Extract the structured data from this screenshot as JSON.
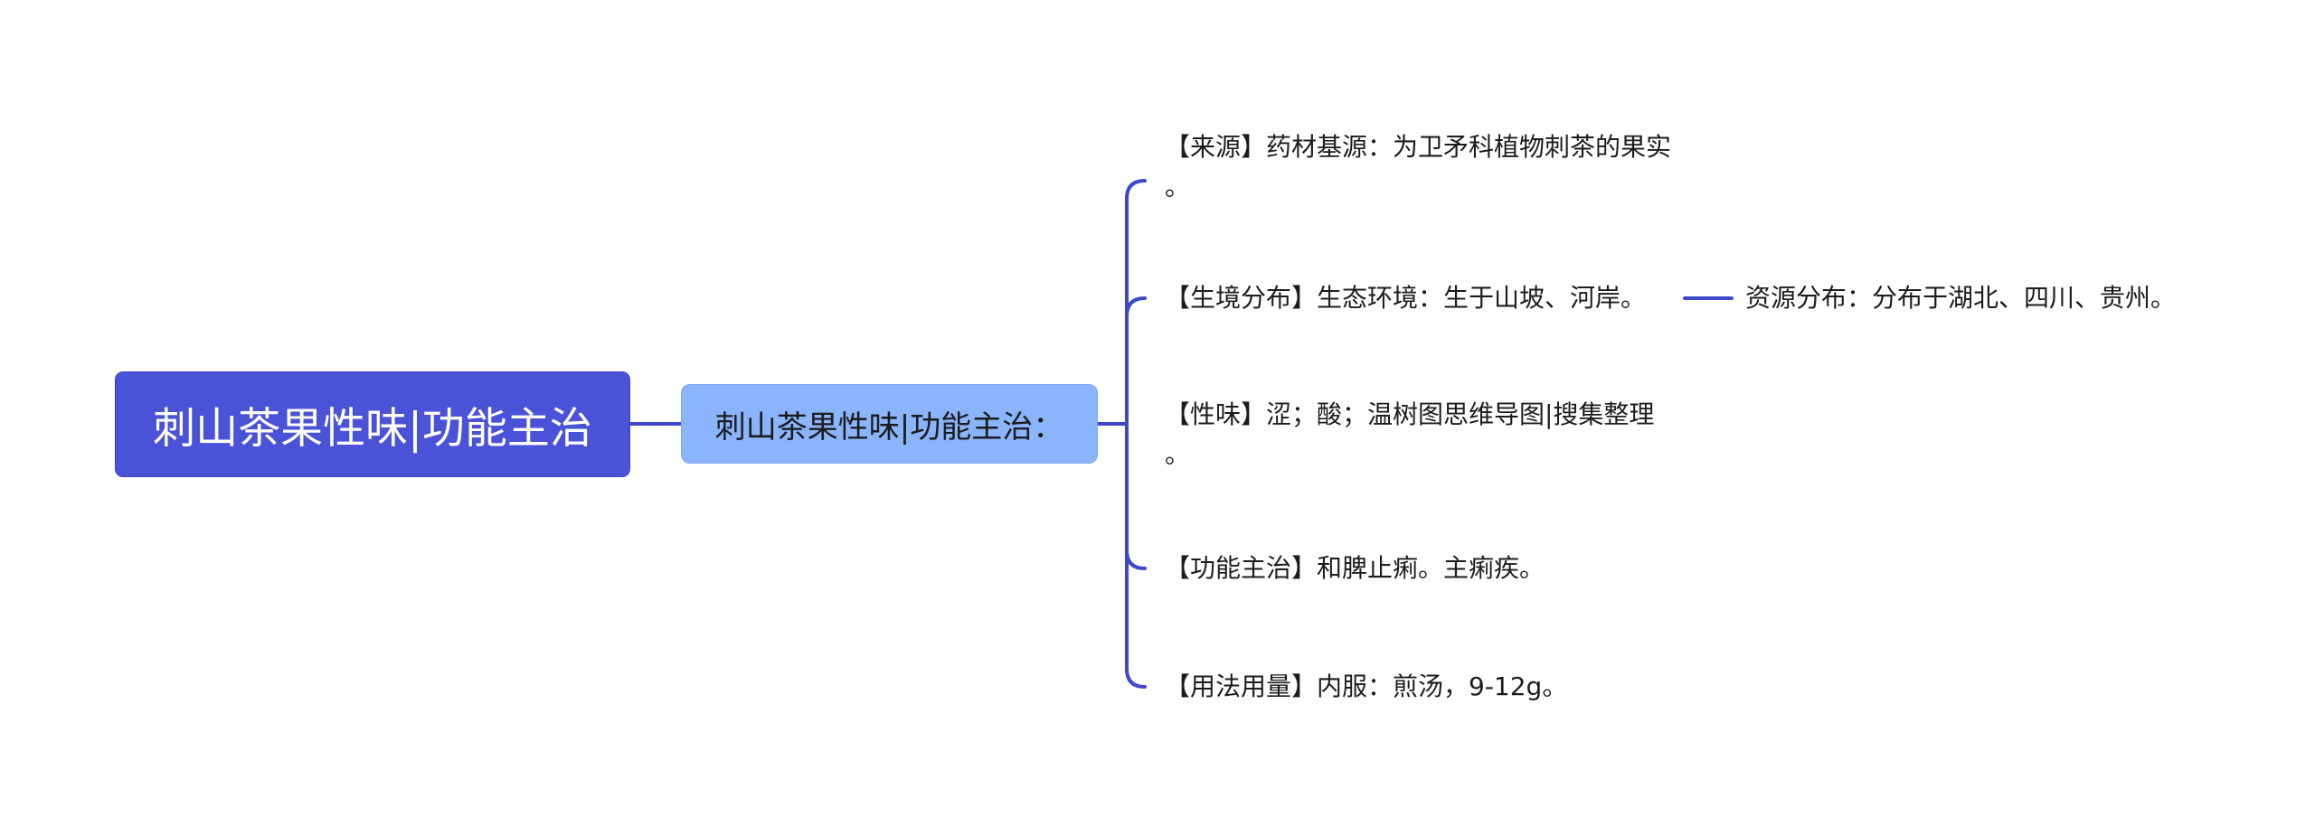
{
  "colors": {
    "connector": "#3f48c9",
    "root_fill": "#4a52d8",
    "mid_fill": "#8ab4fb"
  },
  "root": {
    "label": "刺山茶果性味|功能主治"
  },
  "mid": {
    "label": "刺山茶果性味|功能主治："
  },
  "leaves": [
    {
      "line1": "【来源】药材基源：为卫矛科植物刺茶的果实",
      "line2": "。"
    },
    {
      "line1": "【生境分布】生态环境：生于山坡、河岸。",
      "line2": ""
    },
    {
      "line1": "【性味】涩；酸；温树图思维导图|搜集整理",
      "line2": "。"
    },
    {
      "line1": "【功能主治】和脾止痢。主痢疾。",
      "line2": ""
    },
    {
      "line1": "【用法用量】内服：煎汤，9-12g。",
      "line2": ""
    }
  ],
  "sub": {
    "label": "资源分布：分布于湖北、四川、贵州。"
  }
}
